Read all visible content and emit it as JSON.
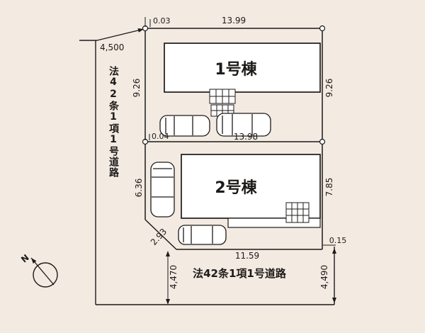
{
  "colors": {
    "bg": "#f3eae2",
    "ink": "#1d1b19",
    "fill_white": "#ffffff"
  },
  "dims": {
    "top_offset": "0.03",
    "top_width": "13.99",
    "road_top": "4,500",
    "p1_left": "9.26",
    "p1_right": "9.26",
    "mid_offset": "0.04",
    "mid_width": "13.98",
    "p2_left": "6.36",
    "p2_right": "7.85",
    "diag": "2.93",
    "bottom_width": "11.59",
    "right_offset": "0.15",
    "road_bottom_left": "4,470",
    "road_bottom_right": "4,490"
  },
  "labels": {
    "building1": "1号棟",
    "building2": "2号棟",
    "road_left": "法42条1項1号道路",
    "road_bottom": "法42条1項1号道路",
    "north": "N"
  }
}
